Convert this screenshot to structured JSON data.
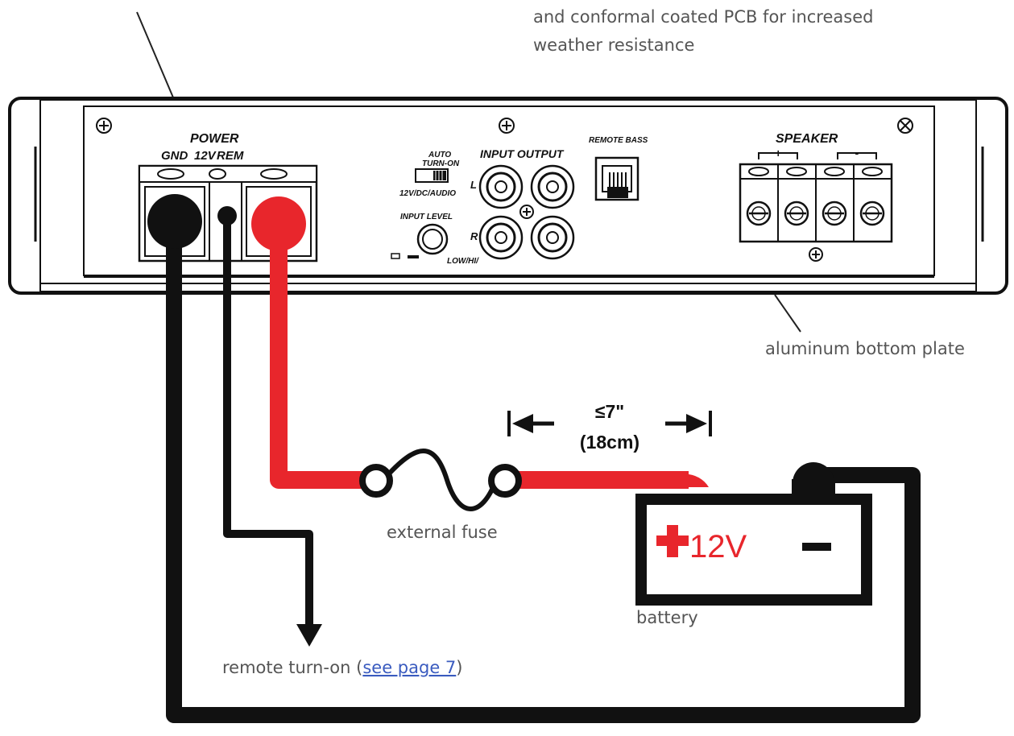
{
  "callouts": {
    "top_line1": "and conformal coated PCB for increased",
    "top_line2": "weather resistance",
    "bottom_plate": "aluminum bottom plate",
    "fuse": "external fuse",
    "battery": "battery",
    "remote_prefix": "remote turn-on (",
    "remote_link": "see page 7",
    "remote_suffix": ")"
  },
  "panel": {
    "power_title": "POWER",
    "gnd": "GND",
    "v12": "12V",
    "rem": "REM",
    "auto_turn_on_line1": "AUTO",
    "auto_turn_on_line2": "TURN-ON",
    "switch_modes": "12V/DC/AUDIO",
    "input_output": "INPUT OUTPUT",
    "remote_bass": "REMOTE BASS",
    "input_level": "INPUT LEVEL",
    "level_range": "LOW/HI/",
    "ch_l": "L",
    "ch_r": "R",
    "speaker": "SPEAKER",
    "speaker_plus": "+",
    "speaker_minus": "-"
  },
  "fuse_distance": {
    "line1": "≤7\"",
    "line2": "(18cm)"
  },
  "battery": {
    "positive_label": "12V",
    "negative_symbol": "–"
  },
  "colors": {
    "wire_positive": "#e8262c",
    "wire_ground": "#111111",
    "link": "#3a5bbf"
  }
}
